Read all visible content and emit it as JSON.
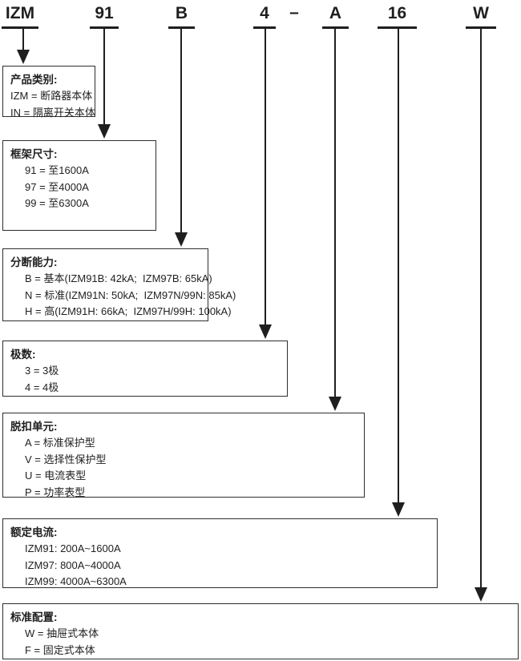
{
  "page": {
    "background_color": "#ffffff",
    "ink_color": "#1f1f1f",
    "description_icon_names": [
      "arrow-down-icon"
    ]
  },
  "code_row": {
    "segments": [
      {
        "label": "IZM"
      },
      {
        "label": "91"
      },
      {
        "label": "B"
      },
      {
        "label": "4"
      },
      {
        "label": "A"
      },
      {
        "label": "16"
      },
      {
        "label": "W"
      }
    ],
    "separator": "–"
  },
  "boxes": [
    {
      "title": "产品类别:",
      "items": [
        "IZM = 断路器本体",
        "IN = 隔离开关本体"
      ]
    },
    {
      "title": "框架尺寸:",
      "items": [
        "91 = 至1600A",
        "97 = 至4000A",
        "99 = 至6300A"
      ]
    },
    {
      "title": "分断能力:",
      "items": [
        "B = 基本(IZM91B: 42kA;  IZM97B: 65kA)",
        "N = 标准(IZM91N: 50kA;  IZM97N/99N: 85kA)",
        "H = 高(IZM91H: 66kA;  IZM97H/99H: 100kA)"
      ]
    },
    {
      "title": "极数:",
      "items": [
        "3 = 3极",
        "4 = 4极"
      ]
    },
    {
      "title": "脱扣单元:",
      "items": [
        "A = 标准保护型",
        "V = 选择性保护型",
        "U = 电流表型",
        "P = 功率表型"
      ]
    },
    {
      "title": "额定电流:",
      "items": [
        "IZM91: 200A~1600A",
        "IZM97: 800A~4000A",
        "IZM99: 4000A~6300A"
      ]
    },
    {
      "title": "标准配置:",
      "items": [
        "W = 抽屉式本体",
        "F = 固定式本体"
      ]
    }
  ]
}
